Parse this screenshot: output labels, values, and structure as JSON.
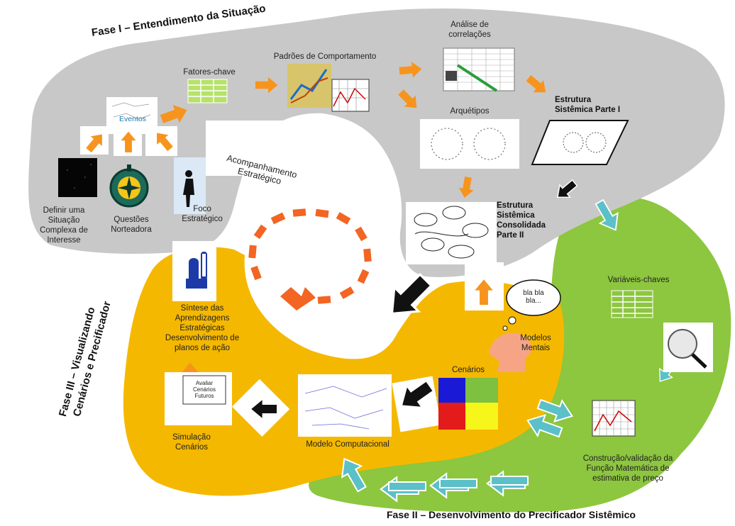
{
  "phases": {
    "phase1": "Fase I – Entendimento da Situação",
    "phase2": "Fase II – Desenvolvimento do Precificador Sistêmico",
    "phase3_line1": "Fase III – Visualizando",
    "phase3_line2": "Cenários e Precificador"
  },
  "labels": {
    "fatores": "Fatores-chave",
    "padroes": "Padrões de Comportamento",
    "analise": "Análise de\ncorrelações",
    "arquetipos": "Arquétipos",
    "estrutura1": "Estrutura\nSistêmica Parte I",
    "estrutura2": "Estrutura\nSistêmica\nConsolidada\nParte II",
    "eventos": "Eventos",
    "acompanhamento": "Acompanhamento\nEstratégico",
    "definir": "Definir uma\nSituação\nComplexa de\nInteresse",
    "questoes": "Questões\nNorteadora",
    "foco": "Foco\nEstratégico",
    "sintese": "Síntese das\nAprendizagens\nEstratégicas\nDesenvolvimento de\nplanos de ação",
    "simulacao": "Simulação\nCenários",
    "modelo": "Modelo Computacional",
    "cenarios": "Cenários",
    "modelos_mentais": "Modelos\nMentais",
    "variaveis": "Variáveis-chaves",
    "construcao": "Construção/validação da\nFunção Matemática de\nestimativa de preço",
    "bubble": "bla bla\nbla...",
    "whiteboard": "Avaliar\nCenários\nFuturos"
  },
  "colors": {
    "phase1_blob": "#c8c8c8",
    "phase2_blob": "#8dc63f",
    "phase3_blob": "#f5b800",
    "orange_arrow": "#f7941d",
    "teal_arrow": "#5bc0c8",
    "dark_arrow": "#1a1a1a",
    "cycle": "#f26522"
  }
}
